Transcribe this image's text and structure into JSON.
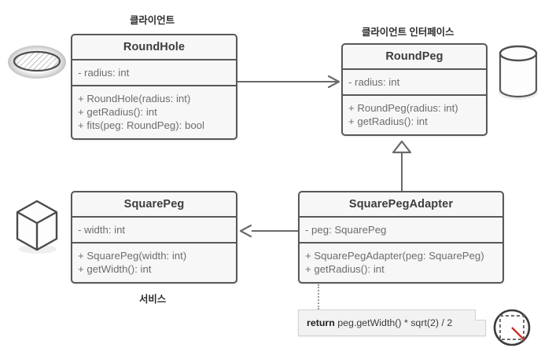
{
  "diagram": {
    "type": "uml-class-diagram",
    "pattern": "Adapter",
    "captions": {
      "client": "클라이언트",
      "client_interface": "클라이언트 인터페이스",
      "service": "서비스"
    },
    "classes": [
      {
        "id": "round-hole",
        "name": "RoundHole",
        "attributes": [
          "- radius: int"
        ],
        "operations": [
          "+ RoundHole(radius: int)",
          "+ getRadius(): int",
          "+ fits(peg: RoundPeg): bool"
        ]
      },
      {
        "id": "round-peg",
        "name": "RoundPeg",
        "attributes": [
          "- radius: int"
        ],
        "operations": [
          "+ RoundPeg(radius: int)",
          "+ getRadius(): int"
        ]
      },
      {
        "id": "square-peg",
        "name": "SquarePeg",
        "attributes": [
          "- width: int"
        ],
        "operations": [
          "+ SquarePeg(width: int)",
          "+ getWidth(): int"
        ]
      },
      {
        "id": "square-peg-adapter",
        "name": "SquarePegAdapter",
        "attributes": [
          "- peg: SquarePeg"
        ],
        "operations": [
          "+ SquarePegAdapter(peg: SquarePeg)",
          "+ getRadius(): int"
        ]
      }
    ],
    "note": {
      "keyword": "return",
      "body": "peg.getWidth() * sqrt(2) / 2"
    },
    "relations": [
      {
        "from": "round-hole",
        "to": "round-peg",
        "kind": "association",
        "arrow": "open"
      },
      {
        "from": "square-peg-adapter",
        "to": "round-peg",
        "kind": "inheritance",
        "arrow": "hollow-triangle"
      },
      {
        "from": "square-peg-adapter",
        "to": "square-peg",
        "kind": "association",
        "arrow": "open"
      },
      {
        "from": "square-peg-adapter",
        "to": "note",
        "kind": "note-link",
        "arrow": "dotted"
      }
    ],
    "icons": [
      {
        "name": "round-hole-icon",
        "depicts": "hatched ellipse hole"
      },
      {
        "name": "cylinder-icon",
        "depicts": "round peg cylinder"
      },
      {
        "name": "cube-icon",
        "depicts": "square peg cube"
      },
      {
        "name": "adapter-icon",
        "depicts": "circle with inscribed dashed square and red radius"
      }
    ],
    "colors": {
      "box_fill": "#f7f7f7",
      "box_border": "#585858",
      "text": "#6d6d6d",
      "title_text": "#3d3d3d",
      "connector": "#6b6b6b",
      "note_fill": "#f2f2f2",
      "accent_red": "#c9302c"
    }
  }
}
